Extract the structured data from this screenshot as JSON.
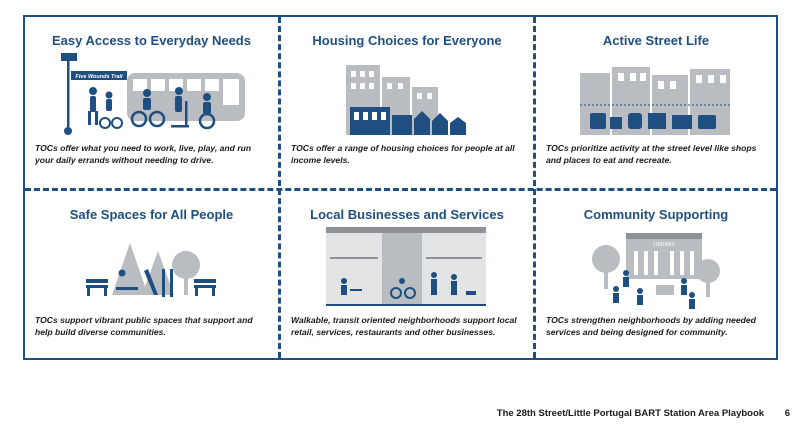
{
  "cells": [
    {
      "title": "Easy Access to Everyday Needs",
      "desc": "TOCs offer what you need to work, live, play, and run your daily errands without needing to drive.",
      "sign": "Five Wounds Trail",
      "icon": "transit-access-illustration"
    },
    {
      "title": "Housing Choices for Everyone",
      "desc": "TOCs offer a range of housing choices for people at all income levels.",
      "icon": "housing-buildings-illustration"
    },
    {
      "title": "Active Street Life",
      "desc": "TOCs prioritize activity at the street level like shops and places to eat and recreate.",
      "icon": "street-shops-illustration"
    },
    {
      "title": "Safe Spaces for All People",
      "desc": "TOCs support vibrant public spaces that support and help build diverse communities.",
      "icon": "park-playground-illustration"
    },
    {
      "title": "Local Businesses and Services",
      "desc": "Walkable, transit oriented neighborhoods support local retail, services, restaurants and other businesses.",
      "icon": "storefront-illustration"
    },
    {
      "title": "Community Supporting",
      "desc": "TOCs strengthen neighborhoods by adding needed services and being designed for community.",
      "sign": "LIBRARY",
      "icon": "library-community-illustration"
    }
  ],
  "footer": {
    "title": "The 28th Street/Little Portugal BART Station Area Playbook",
    "page": "6"
  },
  "colors": {
    "navy": "#1f4f80",
    "gray": "#b9bcc0",
    "dark-gray": "#8e9297"
  }
}
